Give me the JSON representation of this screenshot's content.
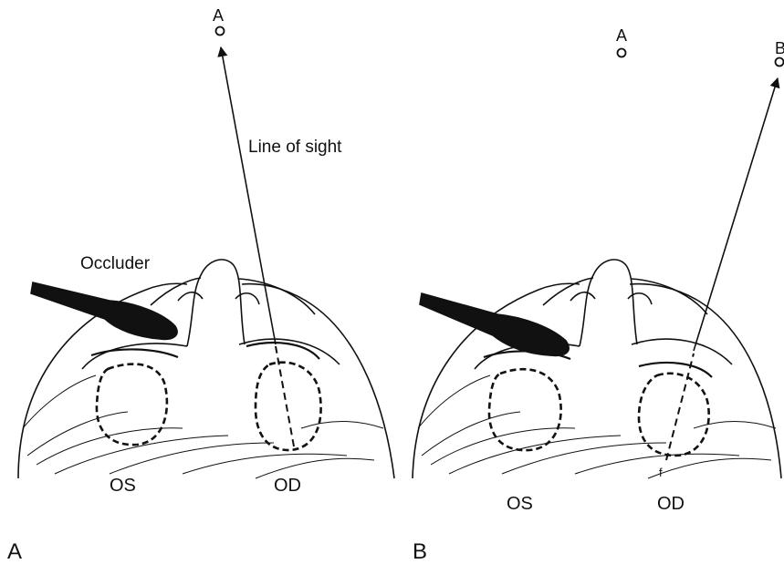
{
  "panels": [
    {
      "panel_label": "A",
      "target_label": "A",
      "line_of_sight_label": "Line of sight",
      "occluder_label": "Occluder",
      "left_eye_label": "OS",
      "right_eye_label": "OD"
    },
    {
      "panel_label": "B",
      "target_a_label": "A",
      "target_b_label": "B",
      "left_eye_label": "OS",
      "right_eye_label": "OD",
      "fovea_mark": "f"
    }
  ]
}
